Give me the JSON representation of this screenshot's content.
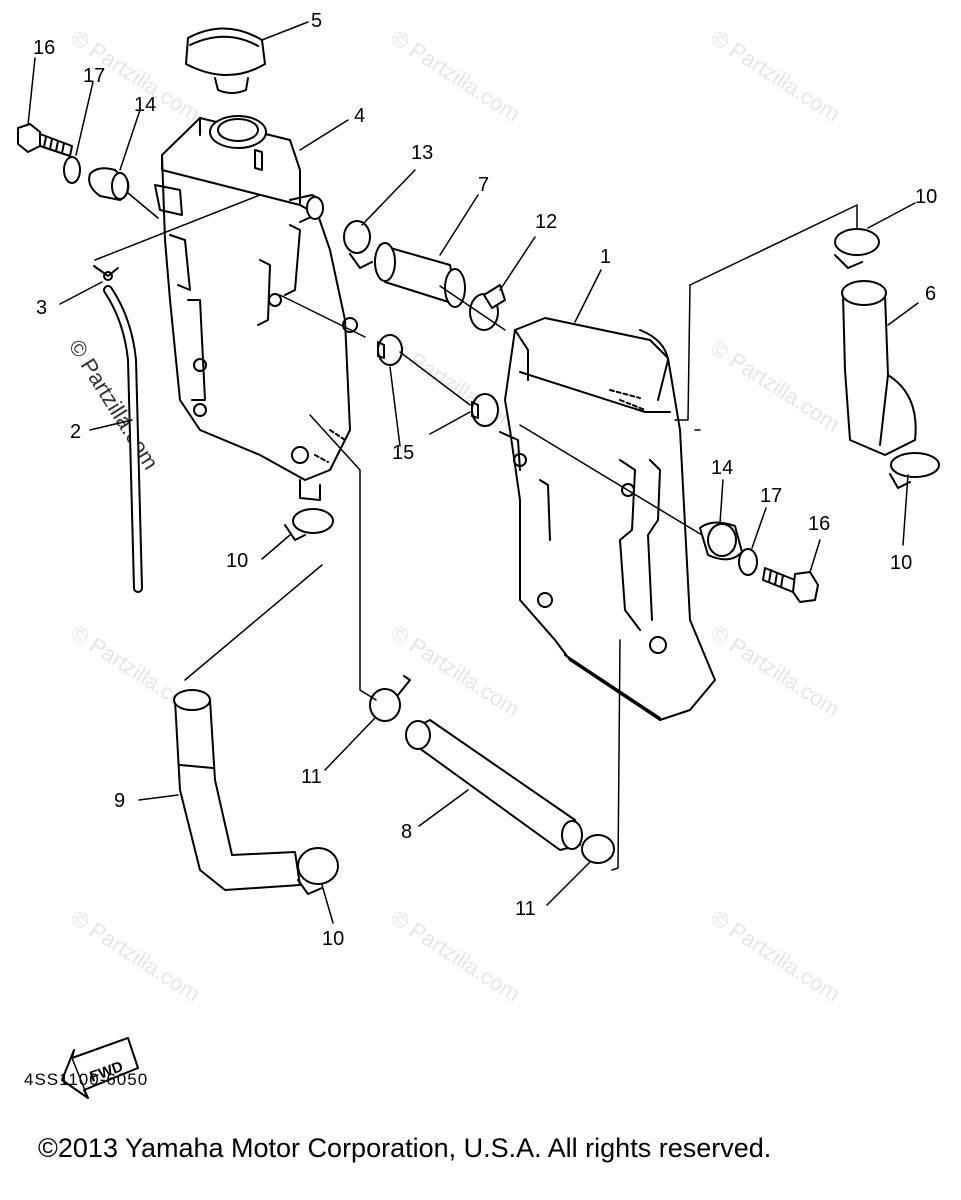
{
  "watermark": {
    "text": "© Partzilla.com"
  },
  "callouts": {
    "p1": "1",
    "p2": "2",
    "p3": "3",
    "p4": "4",
    "p5": "5",
    "p6": "6",
    "p7": "7",
    "p8": "8",
    "p9": "9",
    "p10a": "10",
    "p10b": "10",
    "p10c": "10",
    "p10d": "10",
    "p11a": "11",
    "p11b": "11",
    "p12": "12",
    "p13": "13",
    "p14a": "14",
    "p14b": "14",
    "p15": "15",
    "p16a": "16",
    "p16b": "16",
    "p17a": "17",
    "p17b": "17"
  },
  "direction_badge": "FWD",
  "part_code": "4SS1100-6050",
  "copyright": "©2013  Yamaha Motor Corporation, U.S.A. All rights reserved."
}
